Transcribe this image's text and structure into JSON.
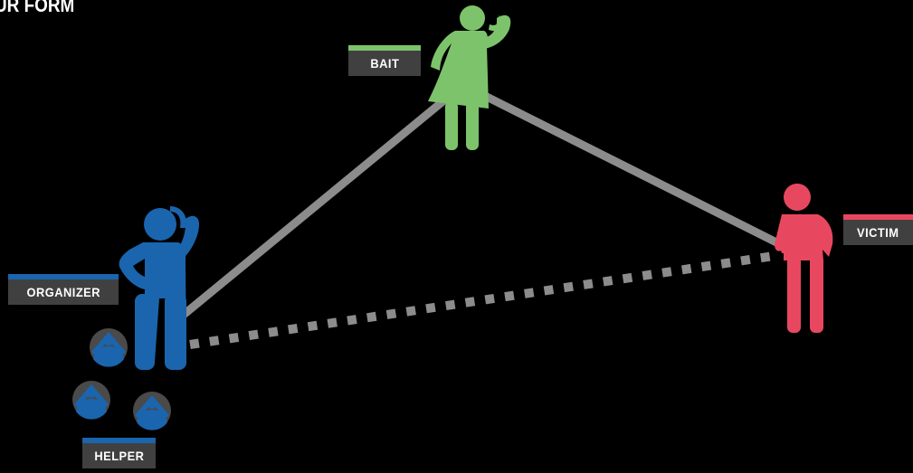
{
  "header": {
    "title": "UR FORM"
  },
  "colors": {
    "background": "#000000",
    "organizer": "#1a65ae",
    "bait": "#7dc36b",
    "victim": "#e8485f",
    "helper": "#1a65ae",
    "connector": "#8c8c8c",
    "tag_background": "#404041"
  },
  "roles": {
    "bait": {
      "label": "BAIT",
      "icon": "woman-waving-icon"
    },
    "organizer": {
      "label": "ORGANIZER",
      "icon": "man-on-phone-icon"
    },
    "victim": {
      "label": "VICTIM",
      "icon": "man-standing-icon"
    },
    "helper": {
      "label": "HELPER",
      "icon": "person-circle-icon"
    }
  },
  "connections": [
    {
      "from": "organizer",
      "to": "bait",
      "style": "solid"
    },
    {
      "from": "bait",
      "to": "victim",
      "style": "solid"
    },
    {
      "from": "organizer",
      "to": "victim",
      "style": "dotted"
    }
  ]
}
